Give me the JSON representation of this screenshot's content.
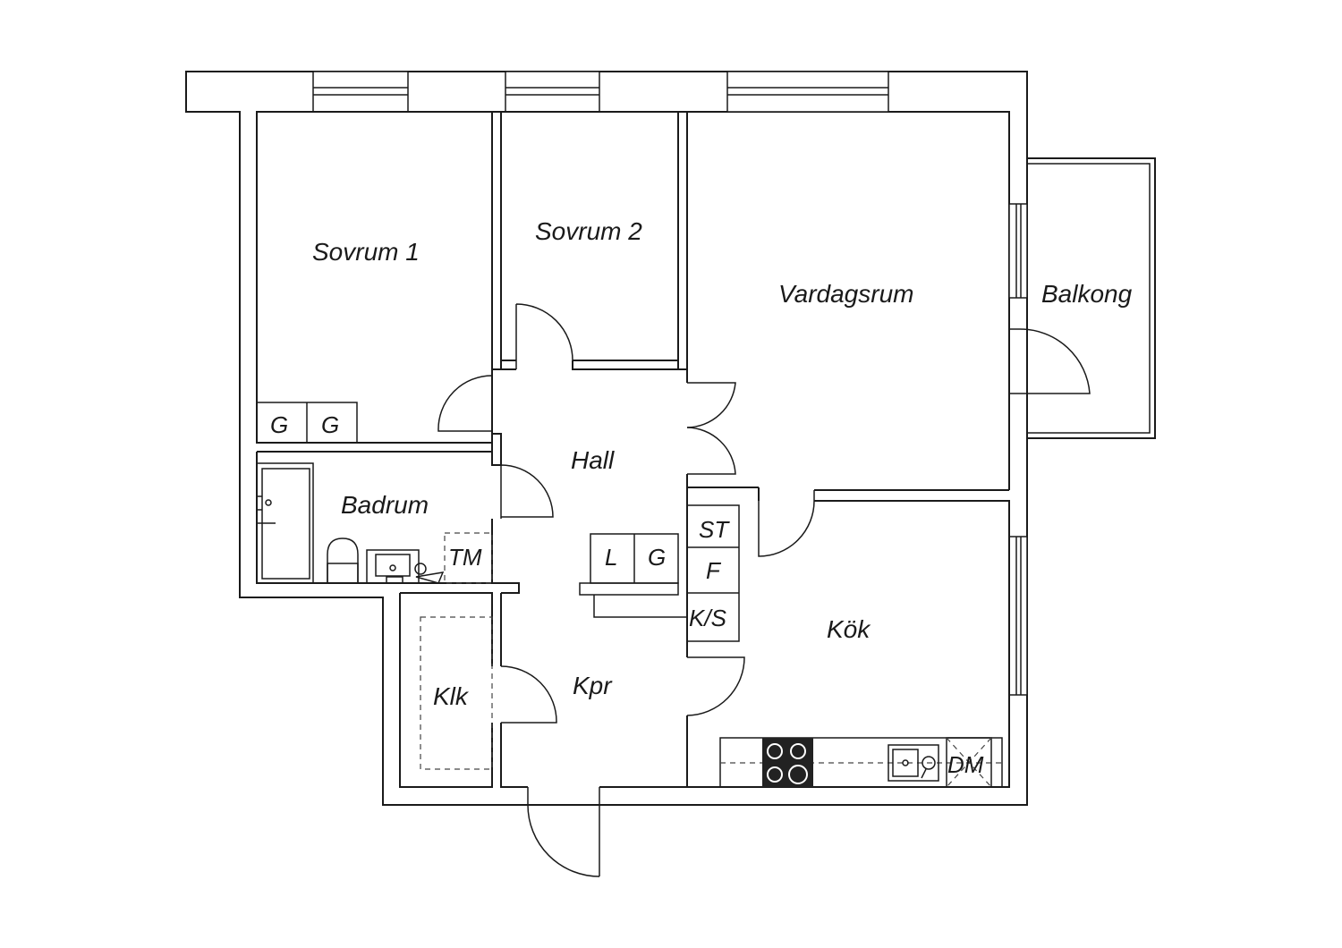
{
  "colors": {
    "wall": "#1a1a1a",
    "background": "#ffffff",
    "stove": "#222222"
  },
  "rooms": {
    "sovrum1": "Sovrum 1",
    "sovrum2": "Sovrum 2",
    "vardagsrum": "Vardagsrum",
    "balkong": "Balkong",
    "hall": "Hall",
    "badrum": "Badrum",
    "kok": "Kök",
    "klk": "Klk",
    "kpr": "Kpr"
  },
  "fixtures": {
    "g1": "G",
    "g2": "G",
    "tm": "TM",
    "l": "L",
    "g3": "G",
    "st": "ST",
    "f": "F",
    "ks": "K/S",
    "dm": "DM"
  },
  "icons": [
    "door-swing-icon",
    "window-icon",
    "stove-icon",
    "sink-icon",
    "toilet-icon",
    "shower-icon",
    "washbasin-icon"
  ]
}
